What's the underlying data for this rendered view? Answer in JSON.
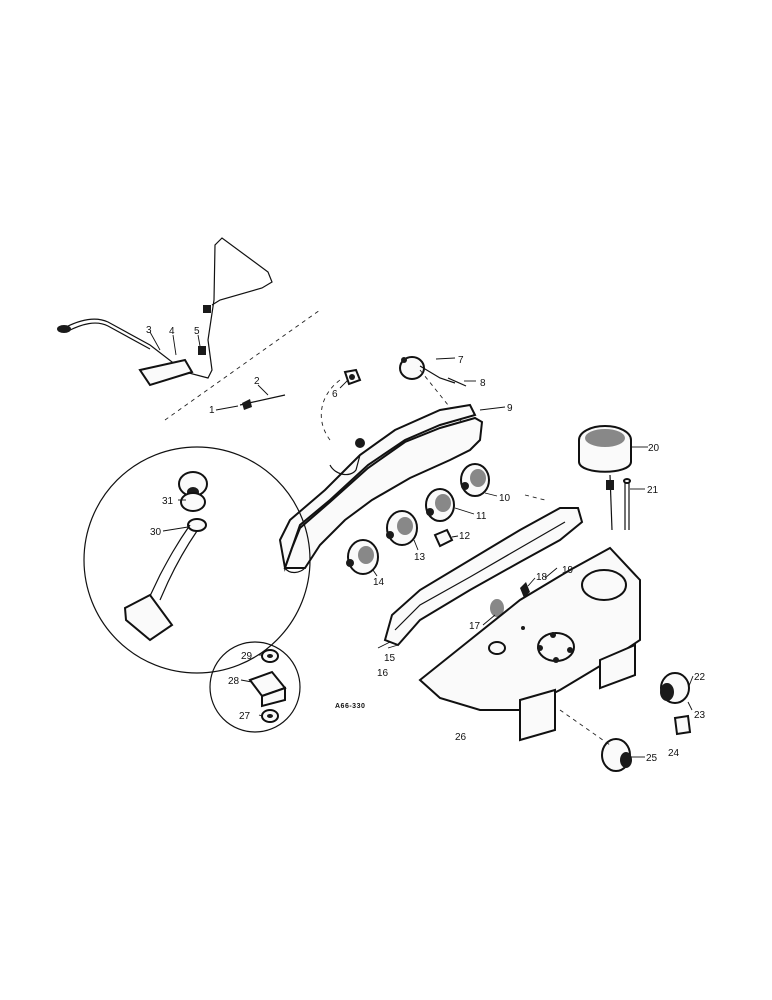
{
  "callouts": [
    "1",
    "2",
    "3",
    "4",
    "5",
    "6",
    "7",
    "8",
    "9",
    "10",
    "11",
    "12",
    "13",
    "14",
    "15",
    "16",
    "17",
    "18",
    "19",
    "20",
    "21",
    "22",
    "23",
    "24",
    "25",
    "26",
    "27",
    "28",
    "29",
    "30",
    "31"
  ],
  "drawing_code": "A66-330"
}
